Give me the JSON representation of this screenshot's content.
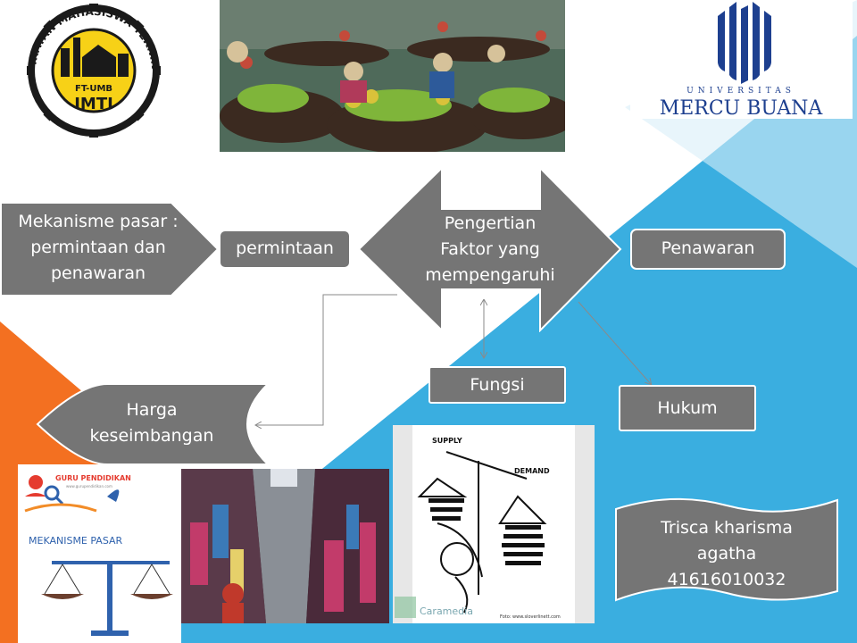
{
  "logos": {
    "imti_ring_text": "IKATAN MAHASISWA TEKNIK INDUSTRI",
    "imti_sub": "FT-UMB",
    "imti_name": "IMTI",
    "mercu_small": "UNIVERSITAS",
    "mercu_big": "MERCU BUANA"
  },
  "nodes": {
    "main_title": [
      "Mekanisme pasar :",
      "permintaan dan",
      "penawaran"
    ],
    "permintaan": "permintaan",
    "center": [
      "Pengertian",
      "Faktor yang",
      "mempengaruhi"
    ],
    "penawaran": "Penawaran",
    "fungsi": "Fungsi",
    "hukum": "Hukum",
    "harga": [
      "Harga",
      "keseimbangan"
    ],
    "author": [
      "Trisca kharisma",
      "agatha",
      "41616010032"
    ]
  },
  "images": {
    "guru_brand": "GURU PENDIDIKAN",
    "guru_site": "www.gurupendidikan.com",
    "guru_caption": "MEKANISME PASAR",
    "cartoon_supply": "SUPPLY",
    "cartoon_demand": "DEMAND",
    "cartoon_credit": "Foto: www.sloverlinett.com",
    "cartoon_watermark": "Caramedia"
  },
  "colors": {
    "shape_gray": "#757575",
    "shape_border": "#ffffff",
    "blue": "#3aaee0",
    "orange": "#f37021",
    "mercu_blue": "#1d3f8f"
  }
}
